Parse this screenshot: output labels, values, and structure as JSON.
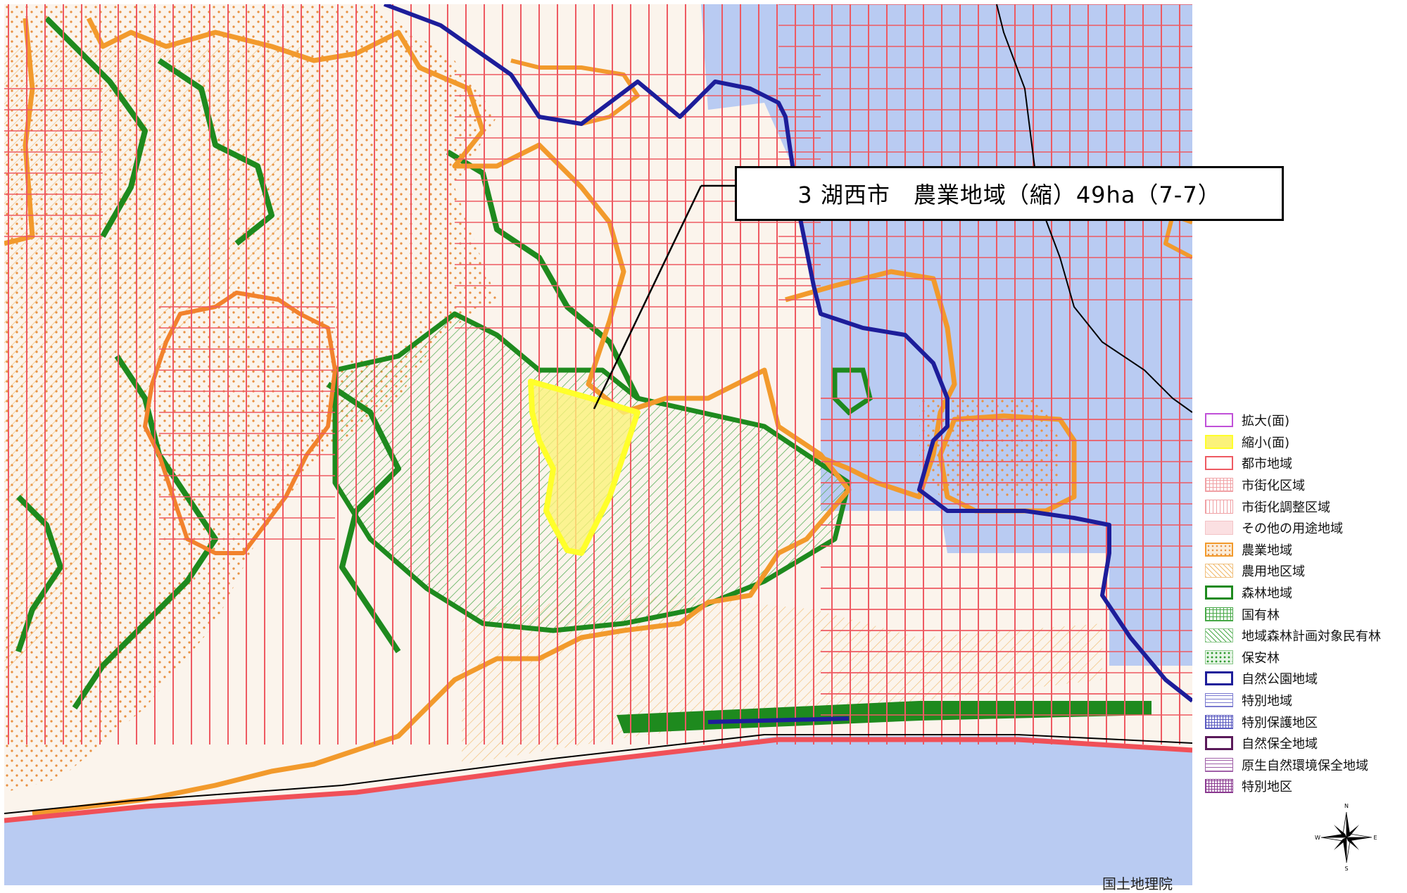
{
  "map": {
    "callout_label": "3 湖西市　農業地域（縮）49ha（7-7）",
    "attribution": "国土地理院",
    "colors": {
      "water": "#b9cbf2",
      "land": "#fbf4ec",
      "city_grid": "#ee5a62",
      "agri_boundary": "#f29a2c",
      "forest": "#1e8a1e",
      "park_boundary": "#1d1d9a",
      "reduced_area": "#ffff3a",
      "coast": "#f05058"
    }
  },
  "legend": {
    "items": [
      {
        "label": "拡大(面)",
        "icon": "magenta-outline-swatch"
      },
      {
        "label": "縮小(面)",
        "icon": "yellow-fill-swatch"
      },
      {
        "label": "都市地域",
        "icon": "red-outline-swatch"
      },
      {
        "label": "市街化区域",
        "icon": "pink-grid-swatch"
      },
      {
        "label": "市街化調整区域",
        "icon": "pink-vertical-lines-swatch"
      },
      {
        "label": "その他の用途地域",
        "icon": "pink-fill-swatch"
      },
      {
        "label": "農業地域",
        "icon": "orange-dotted-swatch"
      },
      {
        "label": "農用地区域",
        "icon": "orange-hatched-swatch"
      },
      {
        "label": "森林地域",
        "icon": "green-outline-swatch"
      },
      {
        "label": "国有林",
        "icon": "green-grid-swatch"
      },
      {
        "label": "地域森林計画対象民有林",
        "icon": "green-hatched-swatch"
      },
      {
        "label": "保安林",
        "icon": "green-dotted-swatch"
      },
      {
        "label": "自然公園地域",
        "icon": "navy-outline-swatch"
      },
      {
        "label": "特別地域",
        "icon": "blue-horizontal-lines-swatch"
      },
      {
        "label": "特別保護地区",
        "icon": "blue-grid-swatch"
      },
      {
        "label": "自然保全地域",
        "icon": "purple-outline-swatch"
      },
      {
        "label": "原生自然環境保全地域",
        "icon": "purple-horizontal-lines-swatch"
      },
      {
        "label": "特別地区",
        "icon": "purple-grid-swatch"
      }
    ]
  },
  "compass": {
    "n": "N",
    "s": "S",
    "e": "E",
    "w": "W"
  }
}
